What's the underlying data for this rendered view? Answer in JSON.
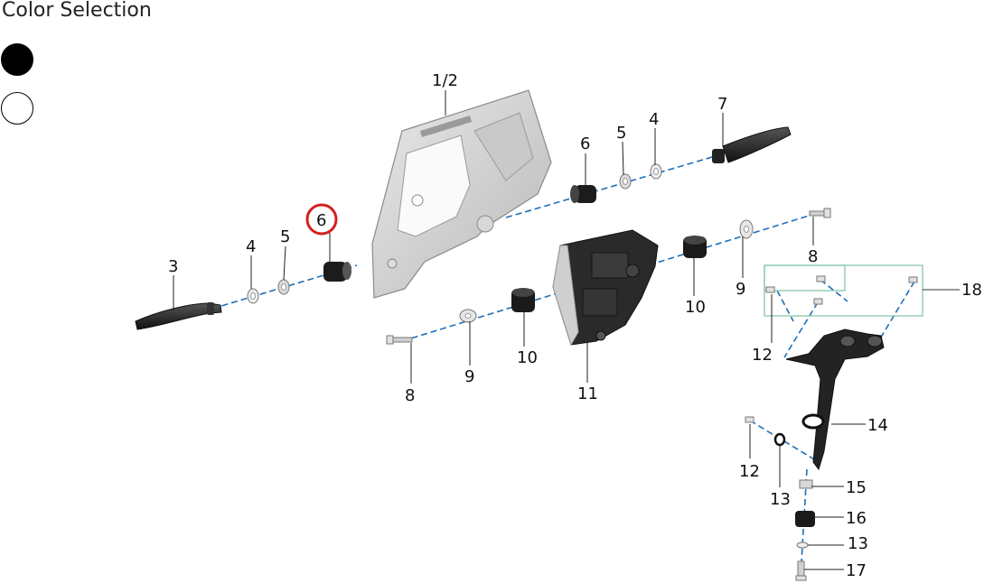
{
  "header": {
    "title": "Color Selection"
  },
  "color_options": [
    {
      "name": "black",
      "color": "#000000"
    },
    {
      "name": "white",
      "color": "#ffffff"
    }
  ],
  "callouts": {
    "p1_2": "1/2",
    "p3": "3",
    "p4a": "4",
    "p5a": "5",
    "p6a": "6",
    "p4b": "4",
    "p5b": "5",
    "p6b": "6",
    "p7": "7",
    "p8a": "8",
    "p8b": "8",
    "p9a": "9",
    "p9b": "9",
    "p10a": "10",
    "p10b": "10",
    "p11": "11",
    "p12a": "12",
    "p12b": "12",
    "p13a": "13",
    "p13b": "13",
    "p14": "14",
    "p15": "15",
    "p16": "16",
    "p17": "17",
    "p18": "18"
  },
  "highlight": {
    "part": "6",
    "color": "#d42020"
  }
}
